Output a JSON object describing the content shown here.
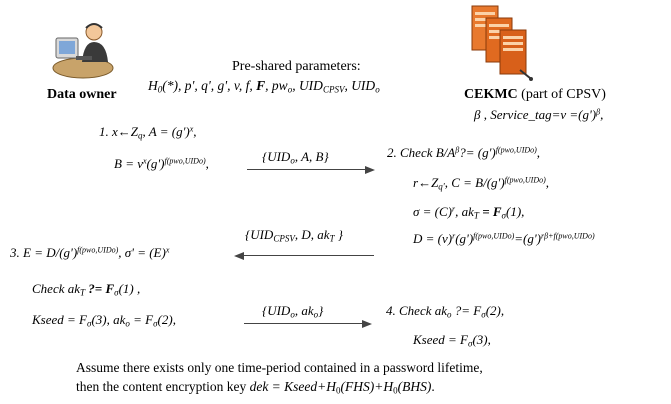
{
  "title": "Pre-shared parameters:",
  "params": {
    "pre": "H",
    "sub0": "0",
    "mid": "(*), p', q', g', v, f, ",
    "F": "F",
    "comma1": ", pw",
    "sub_o1": "o",
    "comma2": ", UID",
    "sub_cpsv": "CPSV",
    "comma3": ", UID",
    "sub_o2": "o"
  },
  "owner": {
    "icon": "person-at-computer-icon",
    "label": "Data owner"
  },
  "server": {
    "icon": "server-stack-icon",
    "name": "CEKMC",
    "note": " (part of CPSV)",
    "beta": "β , Service_tag=v =(g')",
    "beta_sup": "β",
    "beta_end": ","
  },
  "steps": {
    "s1_a": "1. x",
    "s1_arrow": "←",
    "s1_b": "Z",
    "s1_sub": "q",
    "s1_c": ", A = (g')",
    "s1_sup": "x",
    "s1_d": ",",
    "s1_line2_a": "B = v",
    "s1_line2_sup1": "x",
    "s1_line2_b": "(g')",
    "s1_line2_sup2": "f(pwo,UIDo)",
    "s1_line2_c": ",",
    "s2_a": "2. Check B/A",
    "s2_sup1": "β",
    "s2_b": "?= (g')",
    "s2_sup2": "f(pwo,UIDo)",
    "s2_c": ",",
    "s2_l2_a": "r",
    "s2_l2_arrow": "←",
    "s2_l2_b": "Z",
    "s2_l2_sub": "q'",
    "s2_l2_c": ", C = B/(g')",
    "s2_l2_sup": "f(pwo,UIDo)",
    "s2_l2_d": ",",
    "s2_l3_a": "σ = (C)",
    "s2_l3_sup": "r",
    "s2_l3_b": ", ak",
    "s2_l3_sub": "T",
    "s2_l3_c": " = F",
    "s2_l3_sub2": "σ",
    "s2_l3_d": "(1),",
    "s2_l4_a": "D = (v)",
    "s2_l4_sup1": "r",
    "s2_l4_b": "(g')",
    "s2_l4_sup2": "f(pwo,UIDo)",
    "s2_l4_c": "=(g')",
    "s2_l4_sup3": "rβ+f(pwo,UIDo)",
    "s3_a": "3. E = D/(g')",
    "s3_sup1": "f(pwo,UIDo)",
    "s3_b": ", σ' = (E)",
    "s3_sup2": "x",
    "s3_l2_a": "Check ak",
    "s3_l2_sub": "T",
    "s3_l2_b": " ?= F",
    "s3_l2_sub2": "σ",
    "s3_l2_c": "(1) ,",
    "s3_l3_a": "Kseed = F",
    "s3_l3_sub1": "σ",
    "s3_l3_b": "(3), ak",
    "s3_l3_sub2": "o",
    "s3_l3_c": " = F",
    "s3_l3_sub3": "σ",
    "s3_l3_d": "(2),",
    "s4_a": "4. Check  ak",
    "s4_sub1": "o",
    "s4_b": " ?= F",
    "s4_sub2": "σ",
    "s4_c": "(2),",
    "s4_l2_a": "Kseed = F",
    "s4_l2_sub": "σ",
    "s4_l2_b": "(3),"
  },
  "messages": {
    "m1_a": "{UID",
    "m1_sub": "o",
    "m1_b": ", A, B}",
    "m2_a": "{UID",
    "m2_sub": "CPSV",
    "m2_b": ", D, ak",
    "m2_sub2": "T",
    "m2_c": " }",
    "m3_a": "{UID",
    "m3_sub1": "o",
    "m3_b": ", ak",
    "m3_sub2": "o",
    "m3_c": "}"
  },
  "footer": {
    "line1": "Assume there exists only one time-period contained in a password lifetime,",
    "line2_a": "then the content encryption key ",
    "line2_b": "dek = Kseed+H",
    "line2_sub1": "0",
    "line2_c": "(FHS)+H",
    "line2_sub2": "0",
    "line2_d": "(BHS)",
    "line2_e": "."
  }
}
